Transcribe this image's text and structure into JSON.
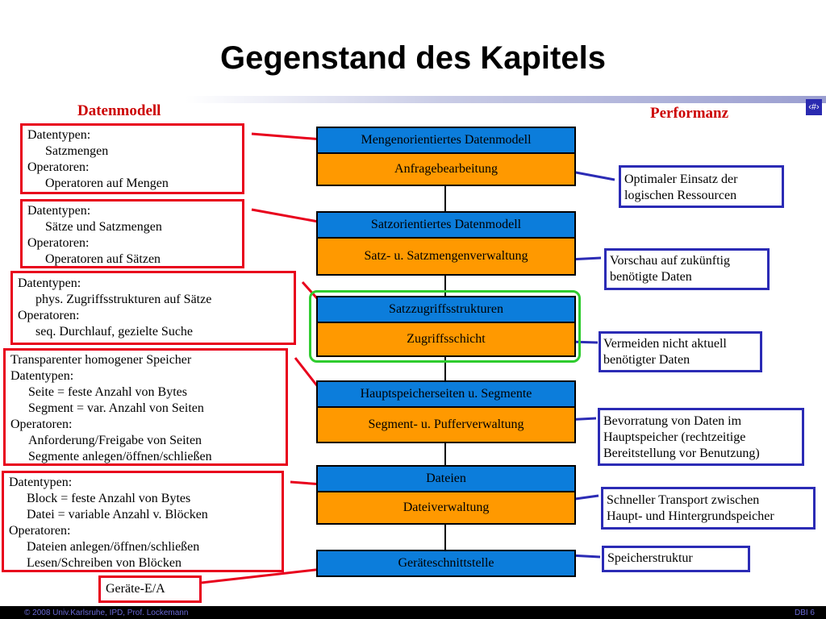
{
  "title": "Gegenstand des Kapitels",
  "headings": {
    "left": "Datenmodell",
    "right": "Performanz"
  },
  "nav_icon": "‹#›",
  "center_stack": [
    {
      "top": "Mengenorientiertes Datenmodell",
      "bottom": "Anfragebearbeitung"
    },
    {
      "top": "Satzorientiertes Datenmodell",
      "bottom": "Satz- u. Satzmengenverwaltung"
    },
    {
      "top": "Satzzugriffsstrukturen",
      "bottom": "Zugriffsschicht"
    },
    {
      "top": "Hauptspeicherseiten u. Segmente",
      "bottom": "Segment- u. Pufferverwaltung"
    },
    {
      "top": "Dateien",
      "bottom": "Dateiverwaltung"
    },
    {
      "top": "Geräteschnittstelle"
    }
  ],
  "left_boxes": [
    {
      "lines": [
        "Datentypen:",
        "Satzmengen",
        "Operatoren:",
        "Operatoren auf Mengen"
      ]
    },
    {
      "lines": [
        "Datentypen:",
        "Sätze und Satzmengen",
        "Operatoren:",
        "Operatoren auf Sätzen"
      ]
    },
    {
      "lines": [
        "Datentypen:",
        "phys. Zugriffsstrukturen auf Sätze",
        "Operatoren:",
        "seq. Durchlauf, gezielte Suche"
      ]
    },
    {
      "lines": [
        "Transparenter homogener Speicher",
        "Datentypen:",
        "Seite = feste Anzahl von Bytes",
        "Segment = var. Anzahl von Seiten",
        "Operatoren:",
        "Anforderung/Freigabe von Seiten",
        "Segmente anlegen/öffnen/schließen"
      ]
    },
    {
      "lines": [
        "Datentypen:",
        "Block = feste Anzahl von Bytes",
        "Datei = variable Anzahl v. Blöcken",
        "Operatoren:",
        "Dateien anlegen/öffnen/schließen",
        "Lesen/Schreiben von Blöcken"
      ]
    },
    {
      "lines": [
        "Geräte-E/A"
      ]
    }
  ],
  "right_boxes": [
    {
      "lines": [
        "Optimaler Einsatz der",
        "logischen Ressourcen"
      ]
    },
    {
      "lines": [
        "Vorschau auf zukünftig",
        "benötigte Daten"
      ]
    },
    {
      "lines": [
        "Vermeiden nicht aktuell",
        "benötigter Daten"
      ]
    },
    {
      "lines": [
        "Bevorratung von Daten im",
        "Hauptspeicher (rechtzeitige",
        "Bereitstellung vor Benutzung)"
      ]
    },
    {
      "lines": [
        "Schneller Transport zwischen",
        "Haupt- und Hintergrundspeicher"
      ]
    },
    {
      "lines": [
        "Speicherstruktur"
      ]
    }
  ],
  "footer": {
    "left": "© 2008 Univ.Karlsruhe, IPD, Prof. Lockemann",
    "right": "DBI 6"
  },
  "colors": {
    "red": "#e8001c",
    "blue_border": "#2b2bb5",
    "layer_blue": "#0c7ddb",
    "layer_orange": "#ff9900",
    "highlight_green": "#2ecc2e",
    "heading_red": "#cc0000"
  }
}
